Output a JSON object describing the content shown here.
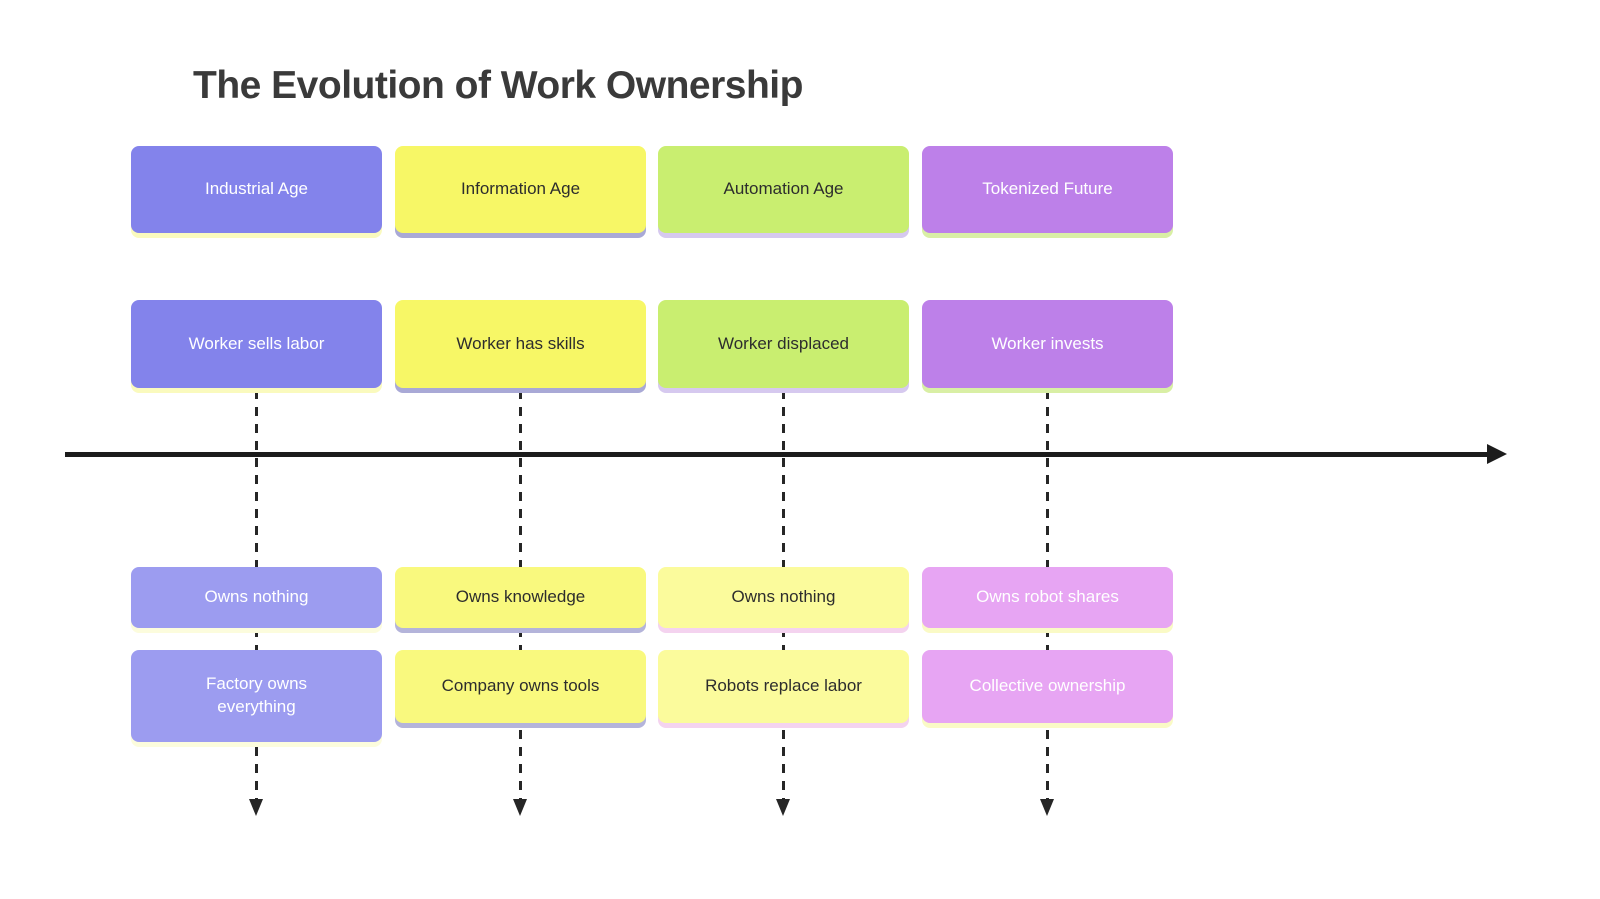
{
  "title": "The Evolution of Work Ownership",
  "timeline": {
    "axis_color": "#1c1c1c",
    "connector_color": "#262626",
    "direction": "left-to-right"
  },
  "columns": [
    {
      "id": "industrial-age",
      "era": "Industrial Age",
      "worker": "Worker sells labor",
      "ownership": "Owns nothing",
      "detail": "Factory owns everything",
      "theme": {
        "main_bg": "#8383eb",
        "main_text": "#ffffff",
        "main_shadow": "#fafabe",
        "light_bg": "#9c9cf0",
        "light_text": "#ffffff",
        "light_shadow": "#fcfcdd"
      }
    },
    {
      "id": "information-age",
      "era": "Information Age",
      "worker": "Worker has skills",
      "ownership": "Owns knowledge",
      "detail": "Company owns tools",
      "theme": {
        "main_bg": "#f7f766",
        "main_text": "#2d2d2d",
        "main_shadow": "#a9a9d6",
        "light_bg": "#f9f97e",
        "light_text": "#2d2d2d",
        "light_shadow": "#b4b4da"
      }
    },
    {
      "id": "automation-age",
      "era": "Automation Age",
      "worker": "Worker displaced",
      "ownership": "Owns nothing",
      "detail": "Robots replace labor",
      "theme": {
        "main_bg": "#c9ee70",
        "main_text": "#2d2d2d",
        "main_shadow": "#d6c9ef",
        "light_bg": "#fbfb9c",
        "light_text": "#2d2d2d",
        "light_shadow": "#f4d3ef"
      }
    },
    {
      "id": "tokenized-future",
      "era": "Tokenized Future",
      "worker": "Worker invests",
      "ownership": "Owns robot shares",
      "detail": "Collective ownership",
      "theme": {
        "main_bg": "#bd80e9",
        "main_text": "#ffffff",
        "main_shadow": "#d9efa5",
        "light_bg": "#e7a5f3",
        "light_text": "#ffffff",
        "light_shadow": "#fafac6"
      }
    }
  ]
}
